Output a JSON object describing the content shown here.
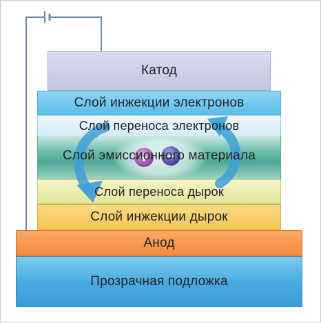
{
  "layers": {
    "cathode": "Катод",
    "electron_injection": "Слой инжекции электронов",
    "electron_transport": "Слой переноса электронов",
    "emissive": "Слой эмиссионного материала",
    "hole_transport": "Слой переноса дырок",
    "hole_injection": "Слой инжекции дырок",
    "anode": "Анод",
    "substrate": "Прозрачная подложка"
  },
  "charges": {
    "hole_sign": "+",
    "electron_sign": "−"
  },
  "colors": {
    "cathode": "#c9cbe4",
    "electron_injection": "#6fc6ef",
    "electron_transport": "#dff0fb",
    "emissive": "#5fb6a5",
    "hole_transport": "#eceeaa",
    "hole_injection": "#f8d06a",
    "anode": "#f5944c",
    "substrate": "#4fb3e6",
    "arrow": "#3f9fd8",
    "wire": "#6f88b0"
  }
}
